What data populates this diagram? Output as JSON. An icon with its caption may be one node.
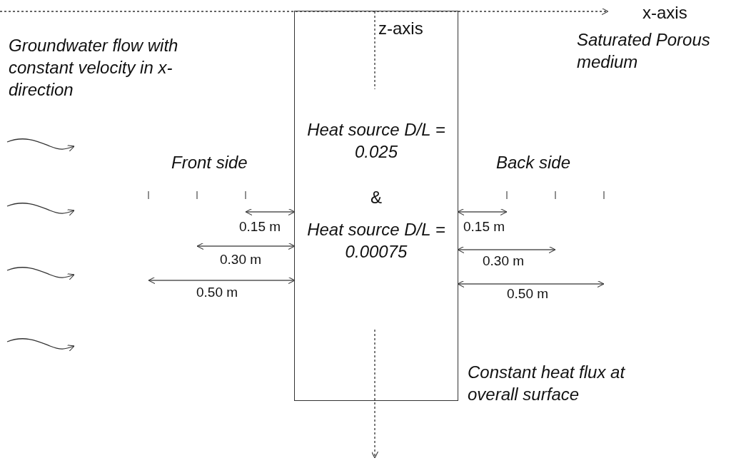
{
  "diagram": {
    "nodes": [
      {
        "text": [
          "Heat source D/L = 0.025",
          "&",
          "Heat source D/L = 0.00075"
        ]
      }
    ],
    "edges": [],
    "labels": [
      "x-axis",
      "z-axis",
      "Groundwater flow with constant velocity in x-direction",
      "Saturated Porous medium",
      "Front side",
      "Back side",
      "0.15 m",
      "0.15 m",
      "0.30 m",
      "0.30 m",
      "0.50 m",
      "0.50 m",
      "Constant heat flux at overall surface"
    ]
  }
}
